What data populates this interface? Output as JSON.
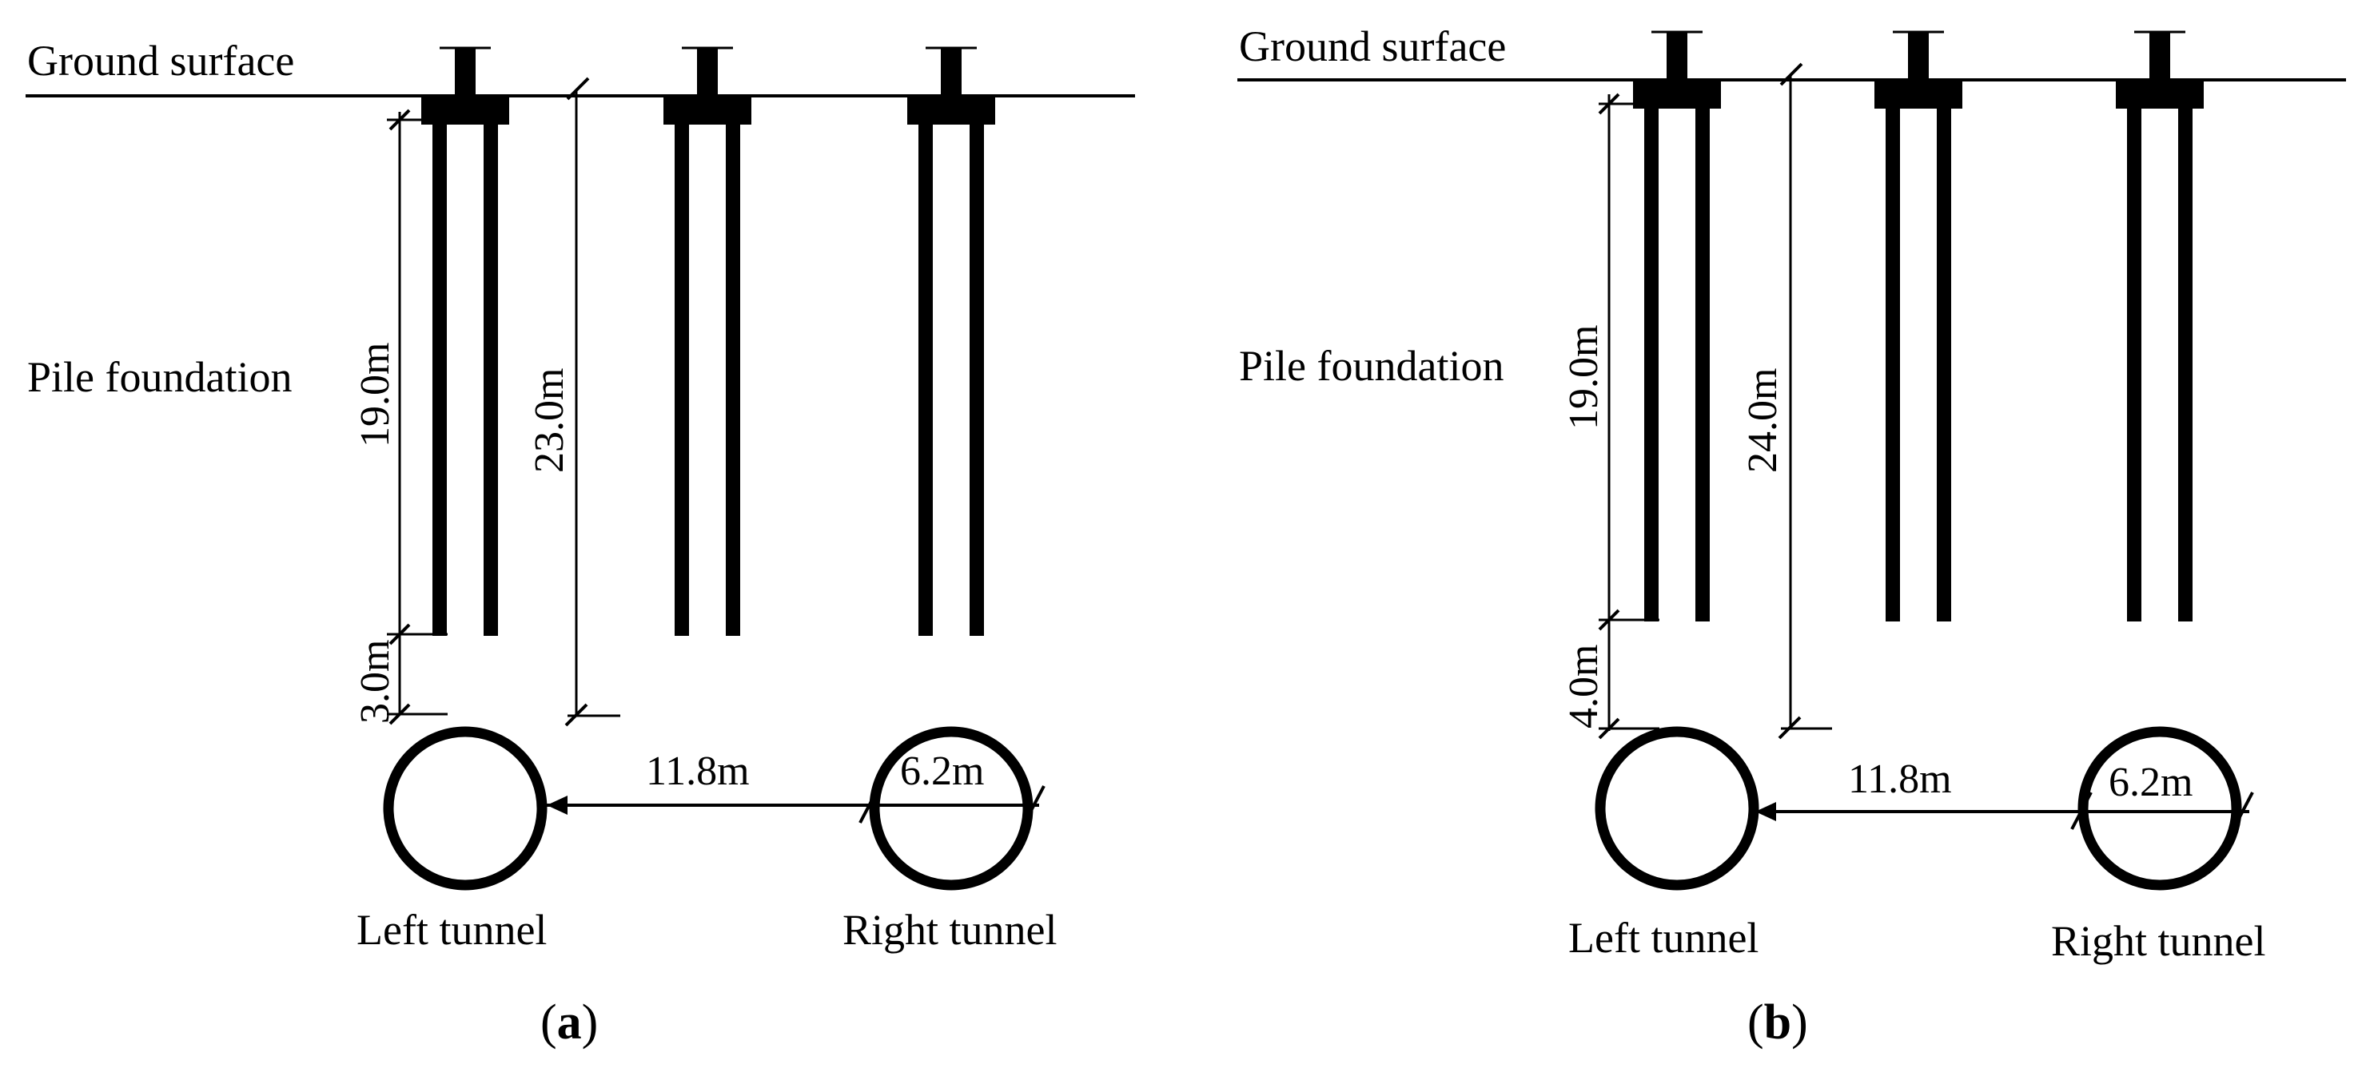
{
  "panels": [
    {
      "id": "a",
      "caption_open": "(",
      "caption_letter": "a",
      "caption_close": ")",
      "ground_label": "Ground surface",
      "pile_label": "Pile foundation",
      "pile_length_dim": "19.0m",
      "pile_to_tunnel_dim": "3.0m",
      "tunnel_depth_dim": "23.0m",
      "tunnel_spacing_dim": "11.8m",
      "tunnel_diameter_dim": "6.2m",
      "left_tunnel_label": "Left tunnel",
      "right_tunnel_label": "Right tunnel"
    },
    {
      "id": "b",
      "caption_open": "(",
      "caption_letter": "b",
      "caption_close": ")",
      "ground_label": "Ground surface",
      "pile_label": "Pile foundation",
      "pile_length_dim": "19.0m",
      "pile_to_tunnel_dim": "4.0m",
      "tunnel_depth_dim": "24.0m",
      "tunnel_spacing_dim": "11.8m",
      "tunnel_diameter_dim": "6.2m",
      "left_tunnel_label": "Left tunnel",
      "right_tunnel_label": "Right tunnel"
    }
  ]
}
